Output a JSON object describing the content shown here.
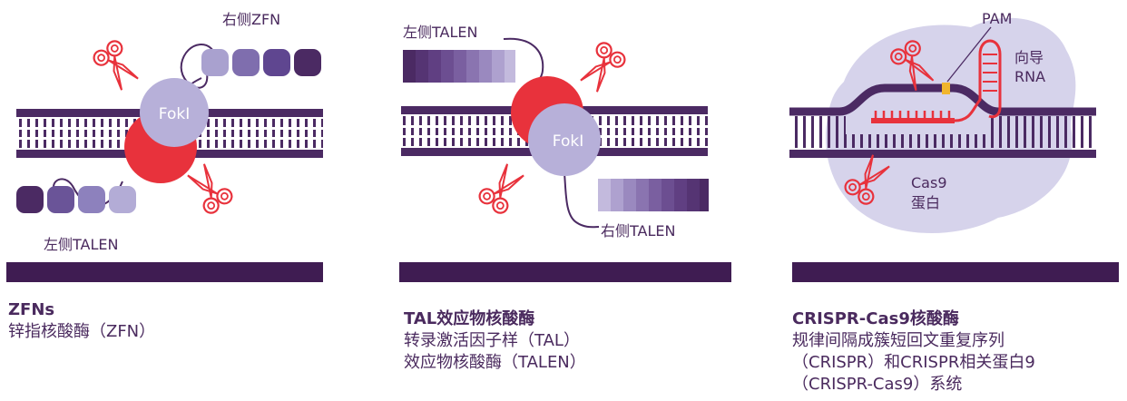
{
  "colors": {
    "dark_purple": "#4b2a63",
    "mid_purple": "#6e5396",
    "light_purple": "#a9a1cf",
    "blob": "#d6d3eb",
    "red": "#e8323c",
    "pam": "#f1b52d",
    "white": "#ffffff"
  },
  "panel1": {
    "label_right": "右侧ZFN",
    "label_left": "左侧TALEN",
    "enzyme": "FokI",
    "title": "ZFNs",
    "subtitle": "锌指核酸酶（ZFN）"
  },
  "panel2": {
    "label_left": "左侧TALEN",
    "label_right": "右侧TALEN",
    "enzyme": "FokI",
    "title": "TAL效应物核酸酶",
    "line1": "转录激活因子样（TAL）",
    "line2": "效应物核酸酶（TALEN）"
  },
  "panel3": {
    "pam": "PAM",
    "guide_line1": "向导",
    "guide_line2": "RNA",
    "protein_line1": "Cas9",
    "protein_line2": "蛋白",
    "title": "CRISPR-Cas9核酸酶",
    "line1": "规律间隔成簇短回文重复序列",
    "line2": "（CRISPR）和CRISPR相关蛋白9",
    "line3": "（CRISPR-Cas9）系统"
  }
}
